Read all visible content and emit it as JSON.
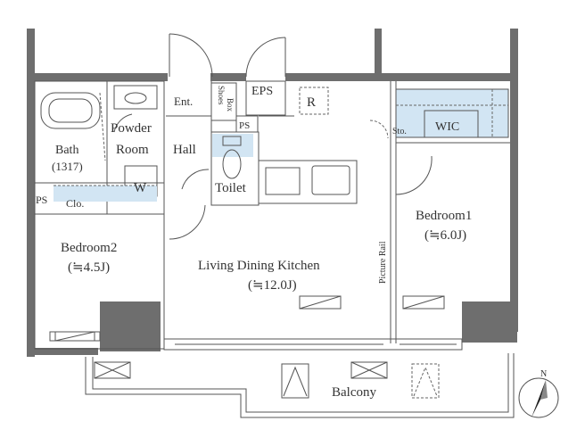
{
  "rooms": {
    "bath": "Bath",
    "bath_size": "(1317)",
    "powder": "Powder",
    "powder_room": "Room",
    "ent": "Ent.",
    "shoes": "Shoes",
    "box": "Box",
    "eps": "EPS",
    "ps1": "PS",
    "ps2": "PS",
    "refrig": "R",
    "hall": "Hall",
    "toilet": "Toilet",
    "washer": "W",
    "closet": "Clo.",
    "wic": "WIC",
    "storage": "Sto.",
    "bedroom1": "Bedroom1",
    "bedroom1_size": "(≒6.0J)",
    "bedroom2": "Bedroom2",
    "bedroom2_size": "(≒4.5J)",
    "ldk": "Living Dining Kitchen",
    "ldk_size": "(≒12.0J)",
    "picture_rail": "Picture Rail",
    "balcony": "Balcony"
  },
  "compass": {
    "label": "N"
  },
  "colors": {
    "wall": "#6e6e6e",
    "fixture": "#d2e5f3",
    "line": "#555555"
  }
}
